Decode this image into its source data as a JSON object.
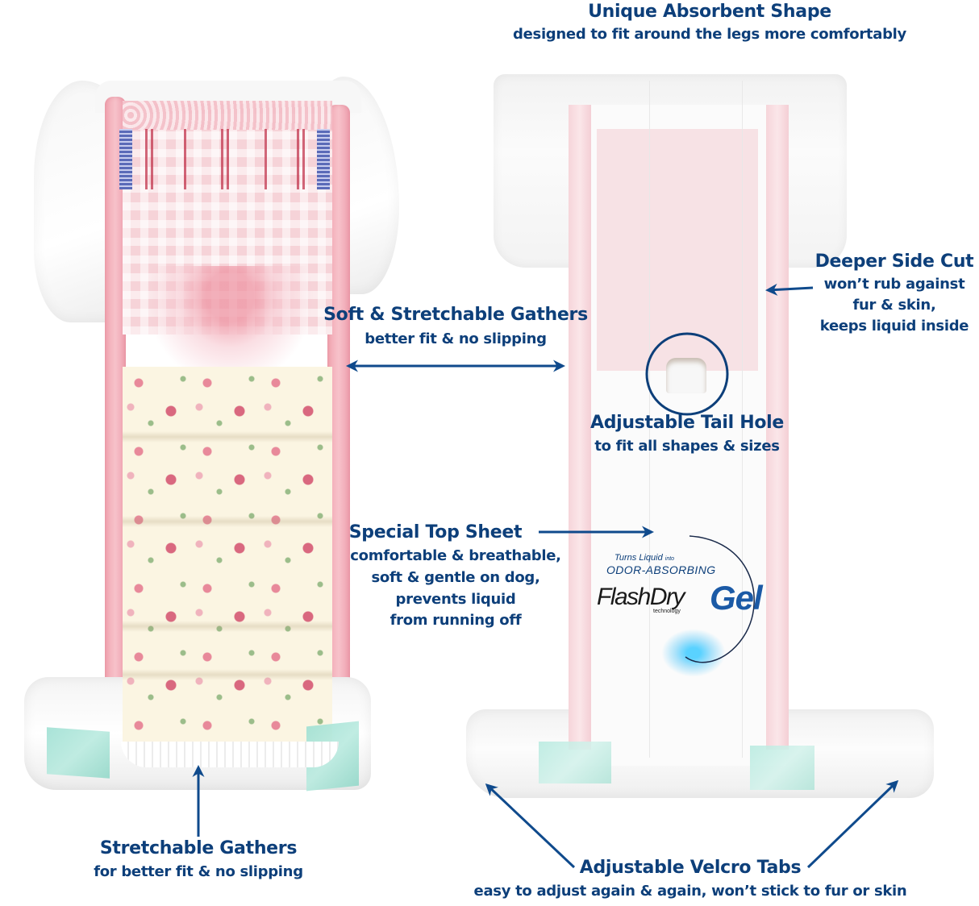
{
  "colors": {
    "label_text": "#0d3f7a",
    "arrow": "#0f4a8c",
    "pink_band": "#f1a5b1",
    "velcro": "#9fe0d3",
    "gel_blue": "#1b5aa6"
  },
  "callouts": {
    "absorbent_shape": {
      "title": "Unique Absorbent Shape",
      "subtitle": "designed to fit around the legs more comfortably"
    },
    "side_cut": {
      "title": "Deeper Side Cut",
      "lines": [
        "won’t rub against",
        "fur & skin,",
        "keeps liquid inside"
      ]
    },
    "soft_gathers": {
      "title": "Soft & Stretchable Gathers",
      "subtitle": "better fit & no slipping"
    },
    "tail_hole": {
      "title": "Adjustable Tail Hole",
      "subtitle": "to fit all shapes & sizes"
    },
    "top_sheet": {
      "title": "Special Top Sheet",
      "lines": [
        "comfortable & breathable,",
        "soft & gentle on dog,",
        "prevents liquid",
        "from running off"
      ]
    },
    "stretch_gathers": {
      "title": "Stretchable Gathers",
      "subtitle": "for better fit & no slipping"
    },
    "velcro_tabs": {
      "title": "Adjustable Velcro Tabs",
      "subtitle": "easy to adjust again & again, won’t stick to fur or skin"
    }
  },
  "logo": {
    "tagline_main": "Turns Liquid",
    "tagline_into": "into",
    "odor": "ODOR-ABSORBING",
    "brand": "FlashDry",
    "technology": "technology",
    "gel": "Gel"
  }
}
